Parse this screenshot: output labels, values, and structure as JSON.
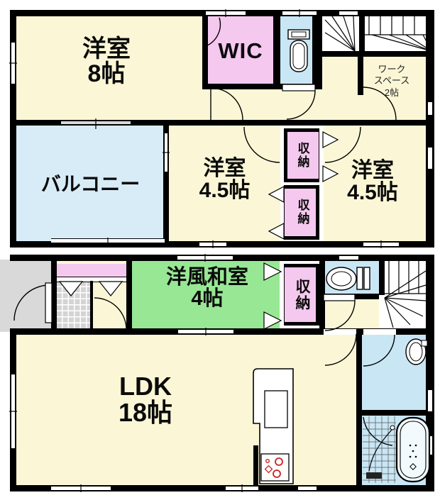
{
  "floor_plan": {
    "second_floor": {
      "western_room_8": {
        "name": "洋室",
        "size": "8帖"
      },
      "wic": {
        "name": "WIC"
      },
      "workspace": {
        "line1": "ワーク",
        "line2": "スペース",
        "line3": "2帖"
      },
      "balcony": {
        "name": "バルコニー"
      },
      "western_room_center": {
        "name": "洋室",
        "size": "4.5帖"
      },
      "western_room_right": {
        "name": "洋室",
        "size": "4.5帖"
      },
      "storage_upper": {
        "name": "収納"
      },
      "storage_lower": {
        "name": "収納"
      }
    },
    "first_floor": {
      "japanese_style_room": {
        "name": "洋風和室",
        "size": "4帖"
      },
      "storage": {
        "name": "収納"
      },
      "ldk": {
        "name": "LDK",
        "size": "18帖"
      }
    }
  },
  "colors": {
    "room_cream": "#FBF7D6",
    "room_pink": "#F5C8EF",
    "fixture_blue": "#C9E6F5",
    "balcony_blue": "#D8ECF8",
    "tatami_green": "#98E795",
    "porch_gray": "#D9D9D9",
    "wall_black": "#000000",
    "burner_red": "#CC2222"
  }
}
